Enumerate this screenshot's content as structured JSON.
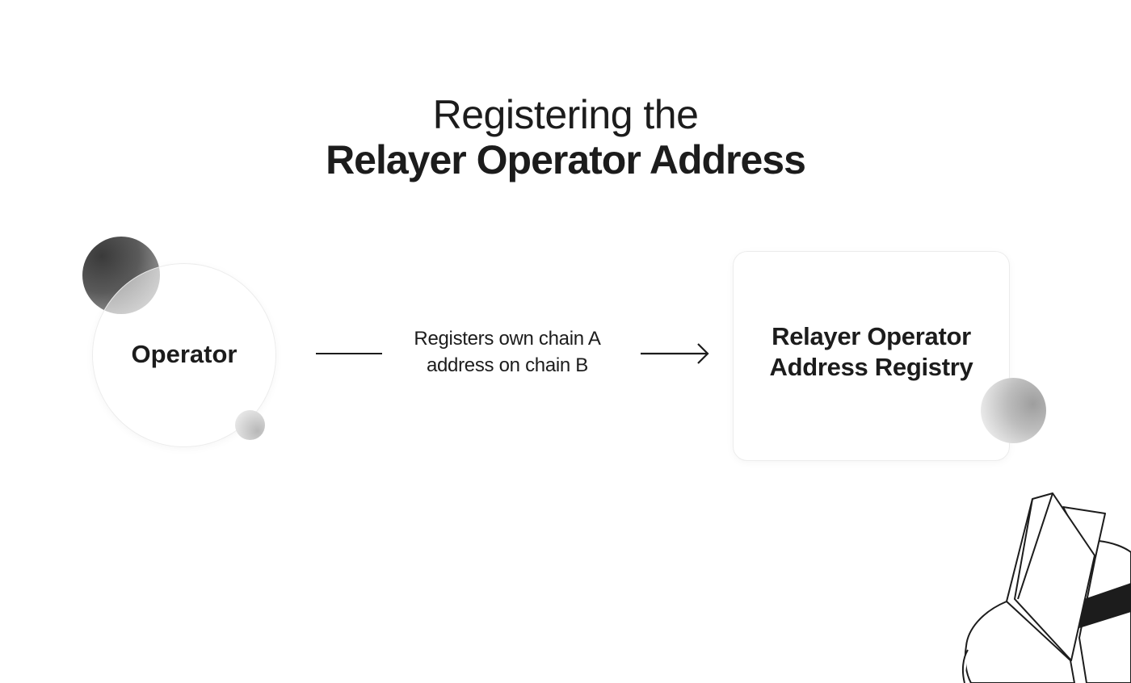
{
  "title": {
    "line1": "Registering the",
    "line2": "Relayer Operator Address"
  },
  "nodes": {
    "operator": {
      "label": "Operator"
    },
    "registry": {
      "label_line1": "Relayer Operator",
      "label_line2": "Address Registry"
    }
  },
  "edge": {
    "label_line1": "Registers own chain A",
    "label_line2": "address on chain B"
  },
  "colors": {
    "text": "#1c1c1c",
    "background": "#ffffff",
    "node_border": "#ececec"
  }
}
